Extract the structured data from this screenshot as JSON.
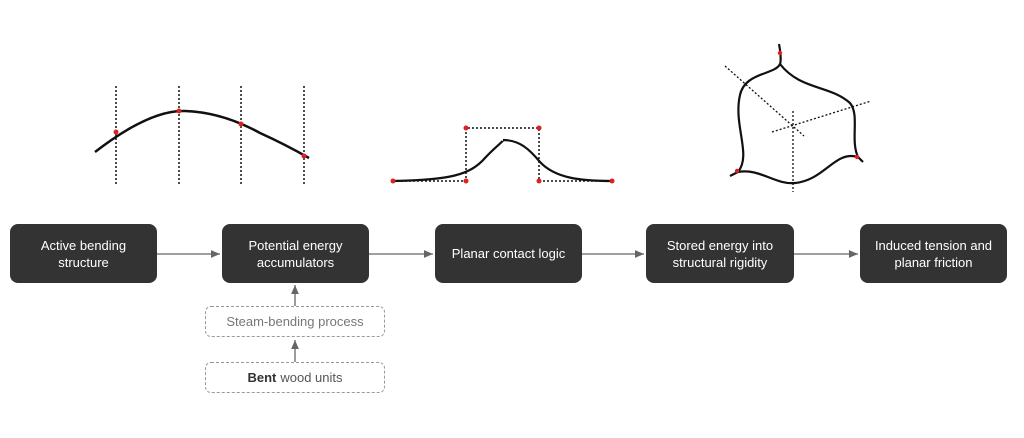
{
  "flow": [
    {
      "label": "Active bending structure"
    },
    {
      "label": "Potential energy accumulators"
    },
    {
      "label": "Planar contact logic"
    },
    {
      "label": "Stored energy into structural rigidity"
    },
    {
      "label": "Induced tension and planar friction"
    }
  ],
  "inputs": {
    "process": "Steam-bending process",
    "units_bold": "Bent",
    "units_rest": "wood units"
  },
  "colors": {
    "box": "#333333",
    "point": "#e02020",
    "dashed": "#999999"
  }
}
